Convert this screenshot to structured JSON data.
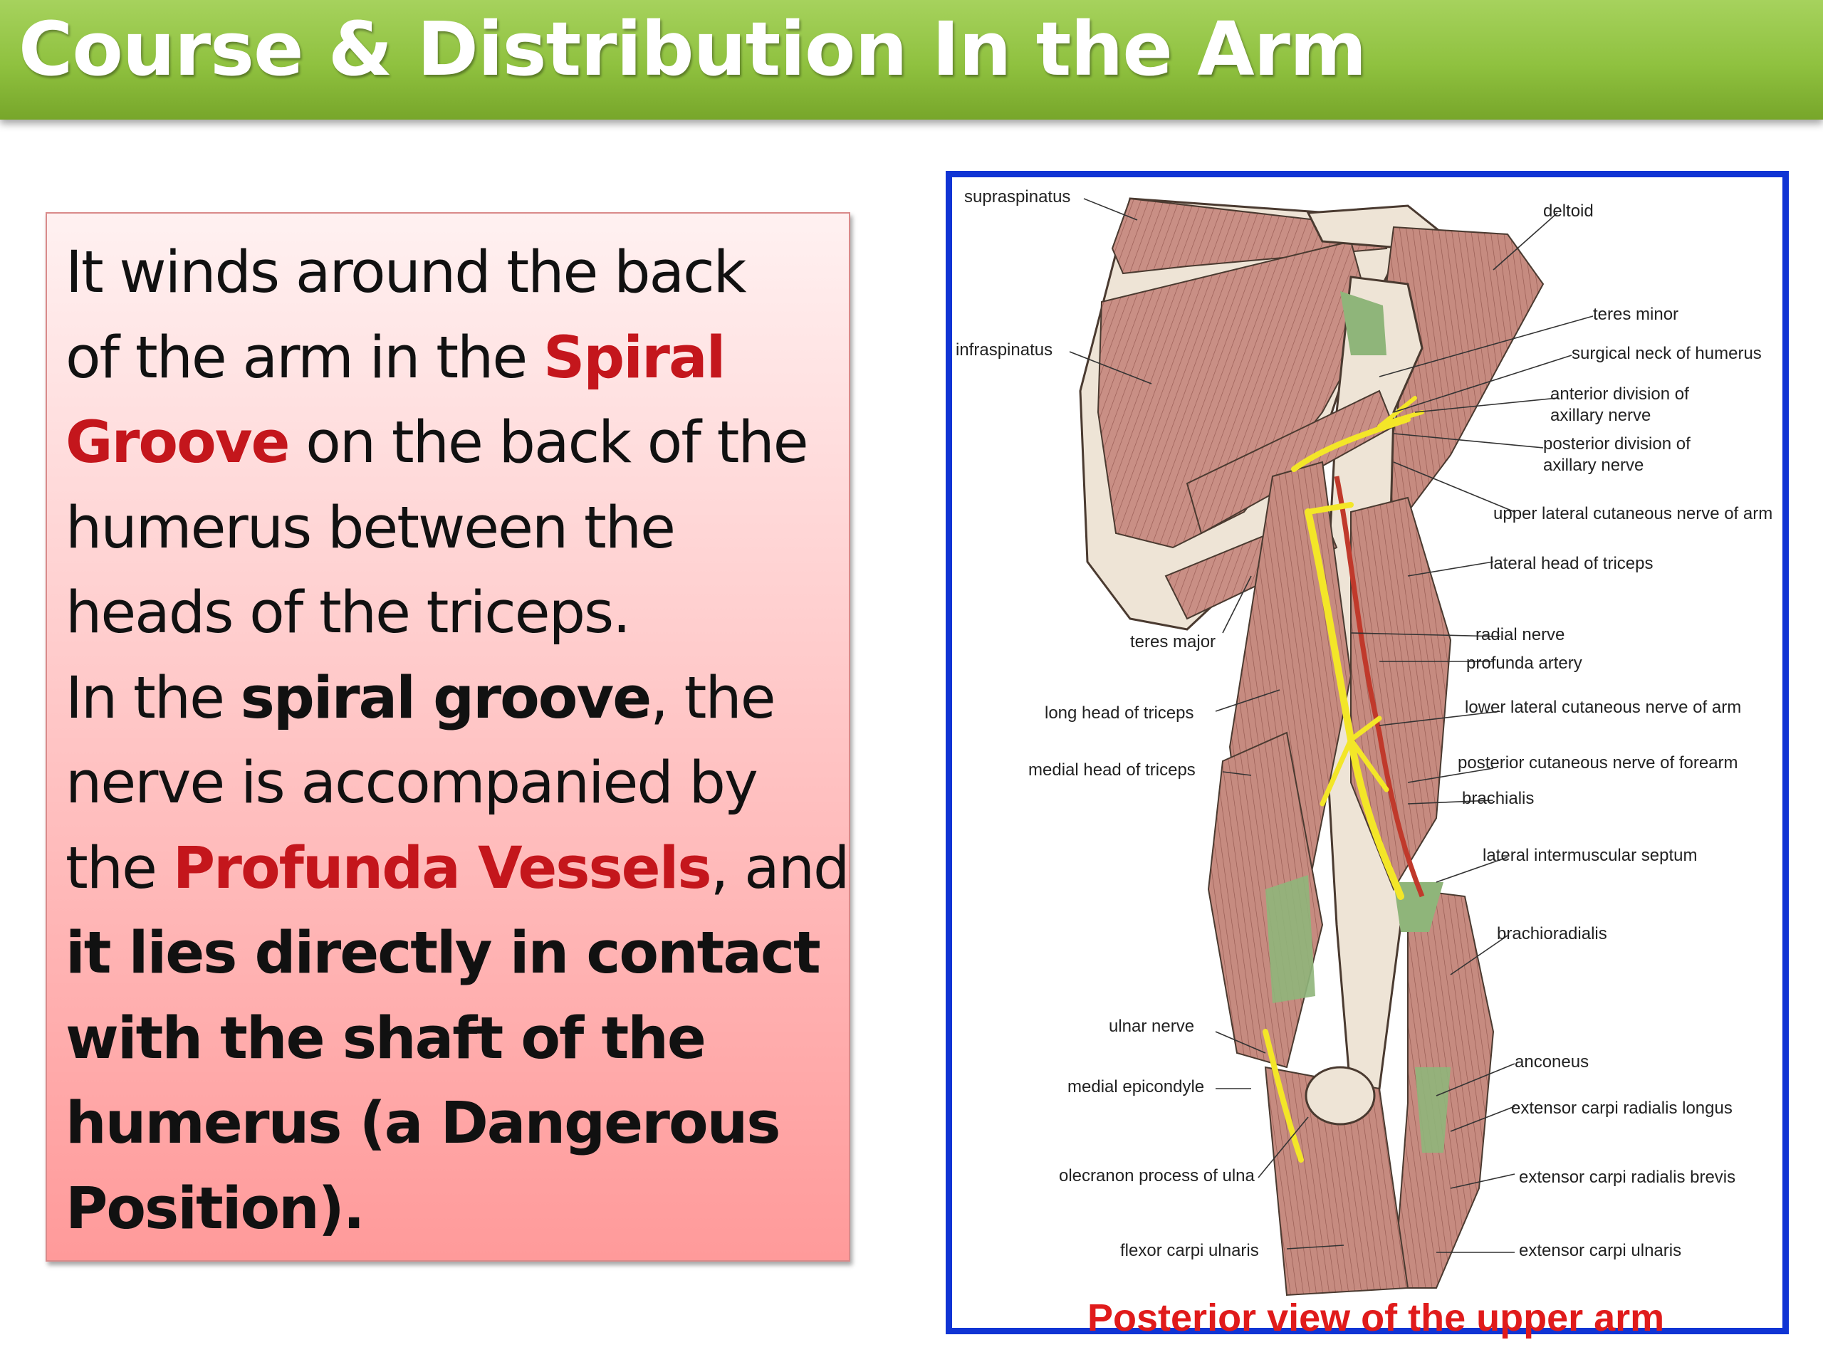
{
  "slide": {
    "title": "Course & Distribution In the Arm"
  },
  "text_box": {
    "lines": [
      [
        "It winds around the back"
      ],
      [
        "of the arm in the ",
        "Spiral"
      ],
      [
        "Groove",
        " on the back of the"
      ],
      [
        "humerus between the"
      ],
      [
        "heads of the triceps."
      ],
      [
        "In the ",
        "spiral groove",
        ", the"
      ],
      [
        "nerve is accompanied by"
      ],
      [
        "the ",
        "Profunda Vessels",
        ", and"
      ],
      [
        "it lies directly in contact"
      ],
      [
        "with the shaft of the"
      ],
      [
        "humerus (a Dangerous"
      ],
      [
        "Position)."
      ]
    ]
  },
  "figure": {
    "caption": "Posterior view of the upper arm",
    "labels": {
      "supraspinatus": "supraspinatus",
      "infraspinatus": "infraspinatus",
      "deltoid": "deltoid",
      "teres_minor": "teres minor",
      "surgical_neck": "surgical neck of humerus",
      "anterior_division_1": "anterior division of",
      "anterior_division_2": "axillary nerve",
      "posterior_division_1": "posterior division of",
      "posterior_division_2": "axillary nerve",
      "upper_lateral_cutaneous": "upper lateral cutaneous nerve of arm",
      "lateral_head": "lateral head of triceps",
      "teres_major": "teres major",
      "radial_nerve": "radial nerve",
      "profunda_artery": "profunda artery",
      "long_head": "long head of triceps",
      "lower_lateral_cutaneous": "lower lateral cutaneous nerve of arm",
      "medial_head": "medial head of triceps",
      "posterior_cutaneous_forearm": "posterior cutaneous nerve of forearm",
      "brachialis": "brachialis",
      "lateral_septum": "lateral intermuscular septum",
      "brachioradialis": "brachioradialis",
      "ulnar_nerve": "ulnar nerve",
      "anconeus": "anconeus",
      "medial_epicondyle": "medial epicondyle",
      "ecrl": "extensor carpi radialis longus",
      "olecranon": "olecranon process of ulna",
      "ecrb": "extensor carpi radialis brevis",
      "fcu": "flexor carpi ulnaris",
      "ecu": "extensor carpi ulnaris"
    }
  },
  "colors": {
    "title_bar": "#8fc13f",
    "frame_border": "#1034d4",
    "emphasis_red": "#c4161c",
    "caption_red": "#e01b1b",
    "muscle": "#c98f85",
    "nerve": "#f3e628",
    "tendon": "#8fb57a",
    "bone": "#eee4d6"
  }
}
